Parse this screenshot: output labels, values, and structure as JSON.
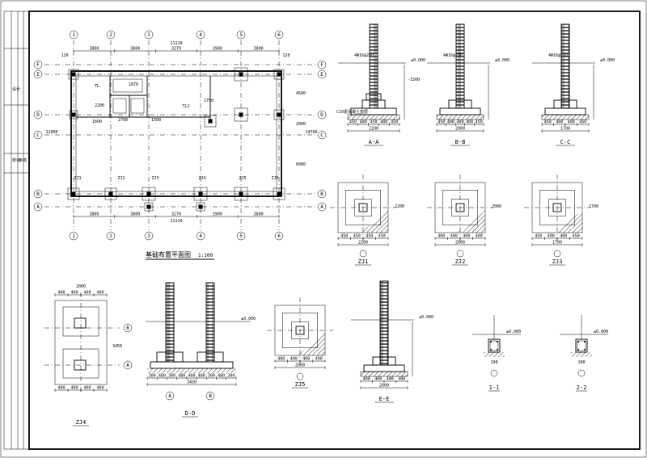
{
  "plan": {
    "title": "基础布置平面图",
    "scale": "1:100",
    "col_axes": [
      "1",
      "2",
      "3",
      "4",
      "5",
      "6"
    ],
    "row_axes": [
      "F",
      "E",
      "D",
      "C",
      "B",
      "A"
    ],
    "overall_dim": "21110",
    "top_bays": [
      "3800",
      "3800",
      "3270",
      "3900",
      "3800"
    ],
    "edge_dim": "120",
    "right_bays": [
      "4500",
      "2000",
      "6000"
    ],
    "right_total": "14700",
    "left_total": "12900",
    "plan_labels": [
      "ZJ1",
      "ZJ2",
      "ZJ3",
      "ZJ4",
      "ZJ5",
      "ZJ6",
      "TL",
      "TL2",
      "2200",
      "1870",
      "2700",
      "1500",
      "1600",
      "1750"
    ]
  },
  "sections": {
    "AA": {
      "title": "A-A",
      "dims": [
        "450",
        "400",
        "450",
        "400",
        "450"
      ],
      "total": "2200",
      "rebar_label": "4Φ16@200",
      "elev": "±0.000",
      "depth": "-1500",
      "note": "C10素混凝土垫层"
    },
    "BB": {
      "title": "B-B",
      "dims": [
        "450",
        "400",
        "400",
        "400",
        "450"
      ],
      "total": "2000",
      "rebar_label": "4Φ16@200",
      "elev": "±0.000"
    },
    "CC": {
      "title": "C-C",
      "dims": [
        "450",
        "400",
        "400",
        "450"
      ],
      "total": "1700",
      "rebar_label": "4Φ16@200",
      "elev": "±0.000"
    },
    "DD": {
      "title": "D-D",
      "dims": [
        "300",
        "480",
        "300",
        "480",
        "400",
        "480",
        "300",
        "480",
        "300"
      ],
      "total": "3450",
      "elev": "±0.000"
    },
    "EE": {
      "title": "E-E",
      "dims": [
        "400",
        "400",
        "400",
        "400"
      ],
      "total": "2000",
      "elev": "±0.000"
    },
    "S11": {
      "title": "1-1",
      "elev": "±0.000",
      "dim": "100"
    },
    "S22": {
      "title": "2-2",
      "elev": "±0.000",
      "dim": "100"
    }
  },
  "footings": {
    "ZJ1": {
      "title": "ZJ1",
      "dims": [
        "450",
        "450",
        "450",
        "450"
      ],
      "total": "2200",
      "side": "2200"
    },
    "ZJ2": {
      "title": "ZJ2",
      "dims": [
        "400",
        "400",
        "400",
        "400"
      ],
      "total": "2000",
      "side": "2000"
    },
    "ZJ3": {
      "title": "ZJ3",
      "dims": [
        "450",
        "400",
        "400",
        "450"
      ],
      "total": "1700",
      "side": "1700"
    },
    "ZJ4": {
      "title": "ZJ4",
      "dims": [
        "400",
        "400",
        "400",
        "400"
      ],
      "total": "2000",
      "side": "3450"
    },
    "ZJ5": {
      "title": "ZJ5",
      "dims": [
        "400",
        "400",
        "400",
        "400"
      ],
      "total": "2000"
    }
  },
  "titleblock": {
    "labels": [
      "设计",
      "校对",
      "审核"
    ]
  }
}
